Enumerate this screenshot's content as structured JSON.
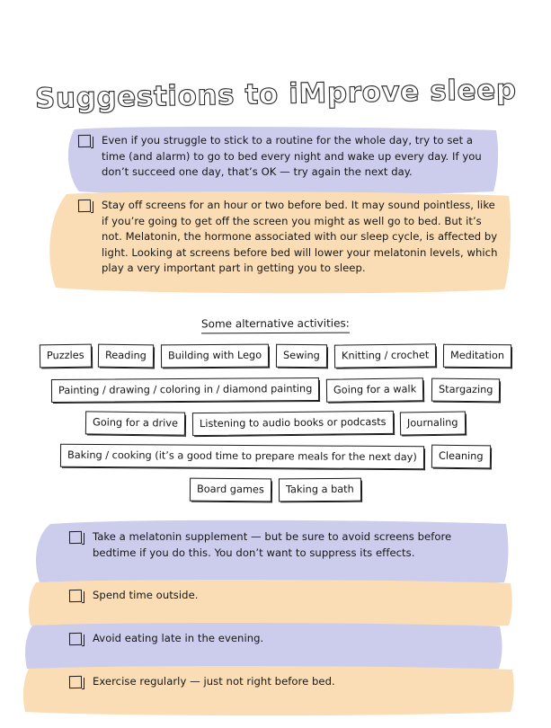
{
  "page": {
    "title": "Suggestions to iMprove sleep",
    "background_color": "#ffffff",
    "ink_color": "#161616"
  },
  "colors": {
    "highlight_lavender": "#ccccec",
    "highlight_peach": "#fadcb5",
    "ink": "#161616"
  },
  "top_items": [
    {
      "id": "routine",
      "highlight": "lavender",
      "checkbox": "unchecked-checkbox",
      "text": "Even if you struggle to stick to a routine for the whole day, try to set a time (and alarm) to go to bed every night and wake up every day. If you don’t succeed one day, that’s OK — try again the next day."
    },
    {
      "id": "screens",
      "highlight": "peach",
      "checkbox": "unchecked-checkbox",
      "text": "Stay off screens for an hour or two before bed. It may sound pointless, like if you’re going to get off the screen you might as well go to bed. But it’s not. Melatonin, the hormone associated with our sleep cycle, is affected by light. Looking at screens before bed will lower your melatonin levels, which play a very important part in getting you to sleep."
    }
  ],
  "alternatives": {
    "heading": "Some alternative activities:",
    "rows": [
      [
        "Puzzles",
        "Reading",
        "Building with Lego",
        "Sewing",
        "Knitting / crochet",
        "Meditation"
      ],
      [
        "Painting / drawing / coloring in / diamond painting",
        "Going for a walk",
        "Stargazing"
      ],
      [
        "Going for a drive",
        "Listening to audio books or podcasts",
        "Journaling"
      ],
      [
        "Baking / cooking (it’s a good time to prepare meals for the next day)",
        "Cleaning"
      ],
      [
        "Board games",
        "Taking a bath"
      ]
    ]
  },
  "bottom_items": [
    {
      "id": "melatonin",
      "highlight": "lavender",
      "checkbox": "unchecked-checkbox",
      "text": "Take a melatonin supplement — but be sure to avoid screens before bedtime if you do this. You don’t want to suppress its effects."
    },
    {
      "id": "outside",
      "highlight": "peach",
      "checkbox": "unchecked-checkbox",
      "text": "Spend time outside."
    },
    {
      "id": "eating",
      "highlight": "lavender",
      "checkbox": "unchecked-checkbox",
      "text": "Avoid eating late in the evening."
    },
    {
      "id": "exercise",
      "highlight": "peach",
      "checkbox": "unchecked-checkbox",
      "text": "Exercise regularly — just not right before bed."
    }
  ]
}
